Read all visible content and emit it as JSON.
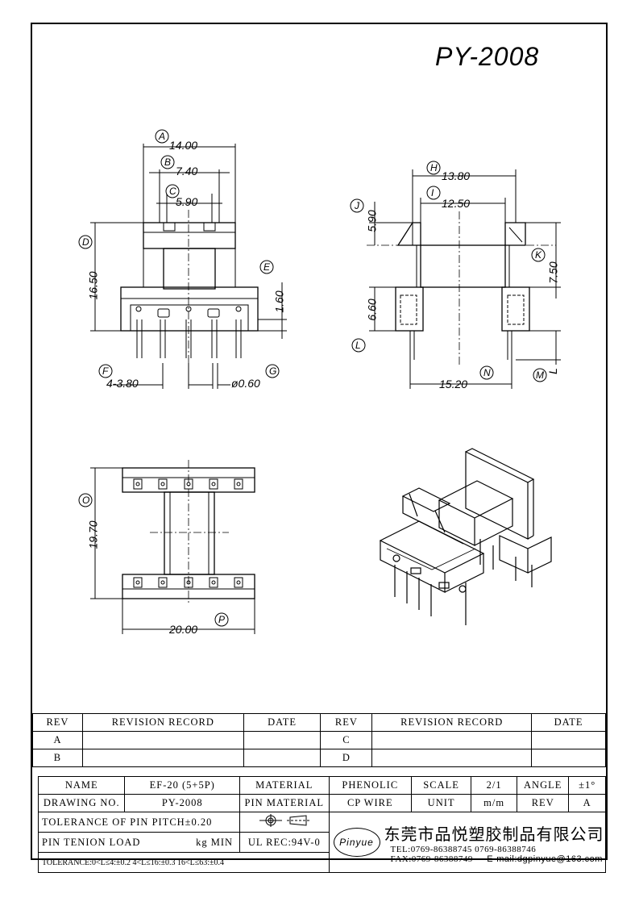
{
  "title": "PY-2008",
  "front_view": {
    "dims": {
      "a": "14.00",
      "b": "7.40",
      "c": "5.90",
      "d": "16.50",
      "e": "1.60",
      "f": "4-3.80",
      "g": "ø0.60"
    },
    "bubbles": {
      "a": "A",
      "b": "B",
      "c": "C",
      "d": "D",
      "e": "E",
      "f": "F",
      "g": "G"
    }
  },
  "side_view": {
    "dims": {
      "h": "13.80",
      "i": "12.50",
      "j": "5.90",
      "k": "7.50",
      "l": "6.60",
      "n": "15.20",
      "ml": "L"
    },
    "bubbles": {
      "h": "H",
      "i": "I",
      "j": "J",
      "k": "K",
      "l": "L",
      "m": "M",
      "n": "N"
    }
  },
  "bottom_view": {
    "dims": {
      "o": "19.70",
      "p": "20.00"
    },
    "bubbles": {
      "o": "O",
      "p": "P"
    }
  },
  "revision_table": {
    "headers": {
      "rev1": "REV",
      "record1": "REVISION RECORD",
      "date1": "DATE",
      "rev2": "REV",
      "record2": "REVISION RECORD",
      "date2": "DATE"
    },
    "rows": [
      {
        "left": "A",
        "right": "C"
      },
      {
        "left": "B",
        "right": "D"
      }
    ]
  },
  "info_table": {
    "name_label": "NAME",
    "name_value": "EF-20 (5+5P)",
    "material_label": "MATERIAL",
    "material_value": "PHENOLIC",
    "scale_label": "SCALE",
    "scale_value": "2/1",
    "angle_label": "ANGLE",
    "angle_value": "±1°",
    "drawing_label": "DRAWING NO.",
    "drawing_value": "PY-2008",
    "pin_material_label": "PIN MATERIAL",
    "pin_material_value": "CP WIRE",
    "unit_label": "UNIT",
    "unit_value": "m/m",
    "rev_label": "REV",
    "rev_value": "A",
    "tolerance_pitch": "TOLERANCE OF PIN PITCH±0.20",
    "pin_tension": "PIN TENION LOAD",
    "pin_tension_unit": "kg MIN",
    "ul_rec": "UL REC:94V-0",
    "tolerance_line": "TOLERANCE:0<L≤4:±0.2  4<L≤16:±0.3  16<L≤63:±0.4",
    "logo_text": "Pinyue",
    "company": "东莞市品悦塑胶制品有限公司",
    "tel": "TEL:0769-86388745    0769-86388746",
    "fax": "FAX:0769-86388749",
    "email": "E-mail:dgpinyue@163.com"
  }
}
